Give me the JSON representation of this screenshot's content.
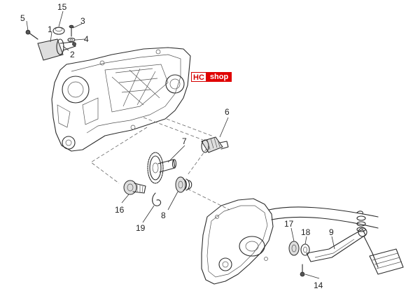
{
  "watermark": {
    "hc": "HC",
    "shop": "shop"
  },
  "callouts": [
    "1",
    "2",
    "3",
    "4",
    "5",
    "6",
    "7",
    "8",
    "9",
    "14",
    "15",
    "16",
    "17",
    "18",
    "19"
  ],
  "colors": {
    "ink": "#2b2b2b",
    "brand_red": "#e00000"
  }
}
